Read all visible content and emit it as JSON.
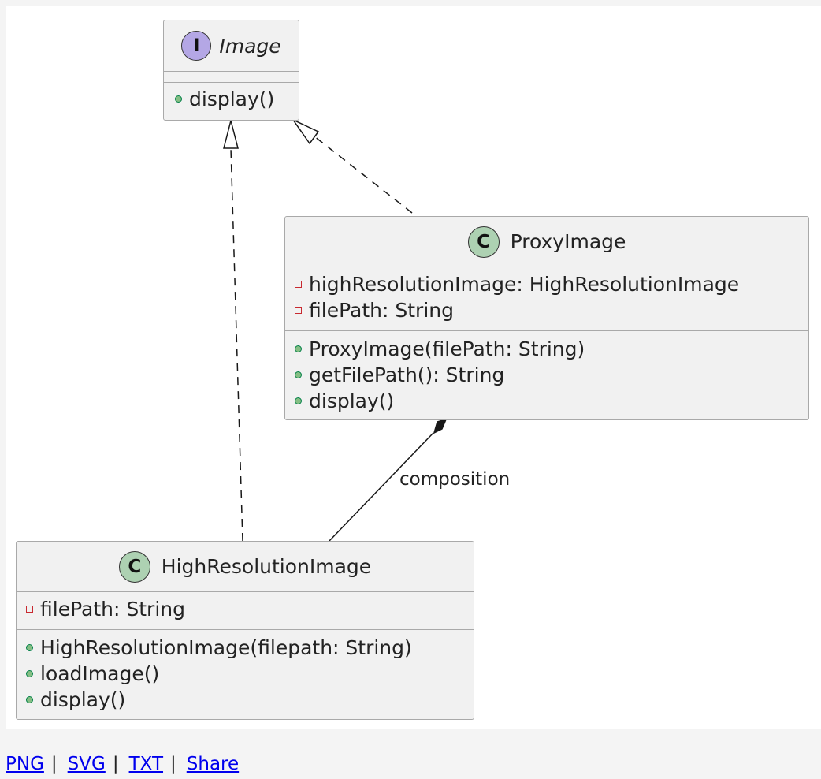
{
  "diagram": {
    "classes": {
      "image": {
        "stereotype": "I",
        "name": "Image",
        "attributes": [],
        "methods": [
          {
            "visibility": "public",
            "text": "display()"
          }
        ]
      },
      "proxy_image": {
        "stereotype": "C",
        "name": "ProxyImage",
        "attributes": [
          {
            "visibility": "private",
            "text": "highResolutionImage: HighResolutionImage"
          },
          {
            "visibility": "private",
            "text": "filePath: String"
          }
        ],
        "methods": [
          {
            "visibility": "public",
            "text": "ProxyImage(filePath: String)"
          },
          {
            "visibility": "public",
            "text": "getFilePath(): String"
          },
          {
            "visibility": "public",
            "text": "display()"
          }
        ]
      },
      "high_resolution_image": {
        "stereotype": "C",
        "name": "HighResolutionImage",
        "attributes": [
          {
            "visibility": "private",
            "text": "filePath: String"
          }
        ],
        "methods": [
          {
            "visibility": "public",
            "text": "HighResolutionImage(filepath: String)"
          },
          {
            "visibility": "public",
            "text": "loadImage()"
          },
          {
            "visibility": "public",
            "text": "display()"
          }
        ]
      }
    },
    "relations": [
      {
        "from": "HighResolutionImage",
        "to": "Image",
        "type": "realization",
        "label": ""
      },
      {
        "from": "ProxyImage",
        "to": "Image",
        "type": "realization",
        "label": ""
      },
      {
        "from": "ProxyImage",
        "to": "HighResolutionImage",
        "type": "composition",
        "label": "composition"
      }
    ]
  },
  "footer": {
    "links": [
      "PNG",
      "SVG",
      "TXT",
      "Share"
    ],
    "separator": "|"
  }
}
